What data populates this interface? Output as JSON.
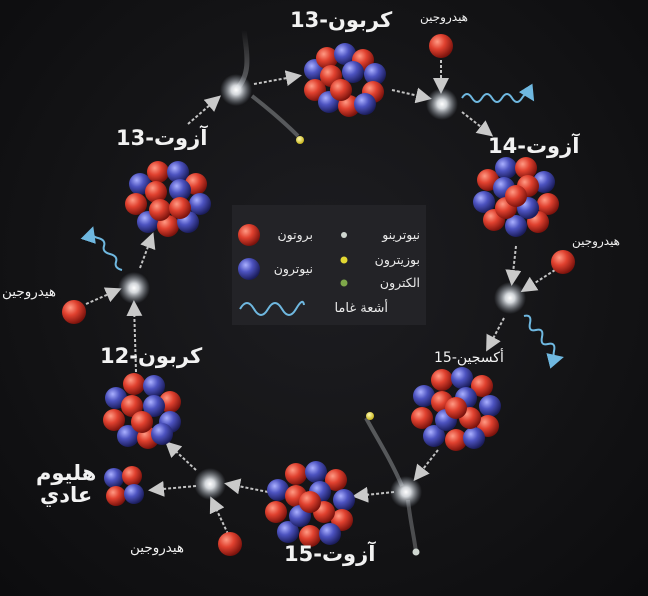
{
  "nuclei": {
    "carbon13_top": "كربون-13",
    "nitrogen14": "آزوت-14",
    "nitrogen13": "آزوت-13",
    "oxygen15": "أكسجين-15",
    "nitrogen15": "آزوت-15",
    "carbon12": "كربون-12",
    "helium": [
      "هليوم",
      "عادي"
    ]
  },
  "hydrogen_labels": {
    "top": "هيدروجين",
    "right": "هيدروجين",
    "left": "هيدروجين",
    "bottom": "هيدروجين"
  },
  "legend": {
    "proton": "بروتون",
    "neutron": "نيوترون",
    "neutrino": "نيوترينو",
    "positron": "بوزيترون",
    "electron": "الكترون",
    "gamma": "أشعة غاما"
  },
  "colors": {
    "proton": "#d8382a",
    "neutron": "#4a4fb5",
    "neutrino": "#cfd6d0",
    "positron": "#e2d832",
    "electron": "#7fa84a",
    "gamma": "#6fb8e0"
  }
}
